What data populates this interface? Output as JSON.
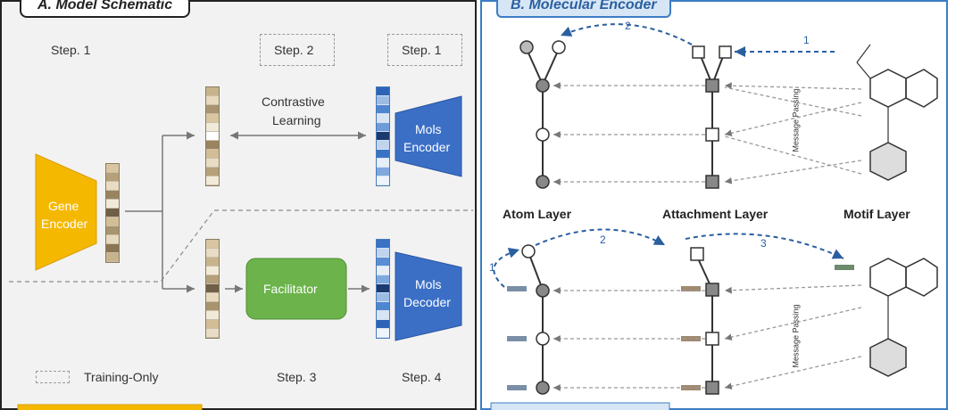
{
  "panel_a": {
    "title": "A. Model Schematic",
    "step1_left": "Step. 1",
    "step2": "Step. 2",
    "step1_right": "Step. 1",
    "contrastive": "Contrastive",
    "learning": "Learning",
    "gene_encoder_1": "Gene",
    "gene_encoder_2": "Encoder",
    "mols_encoder_1": "Mols",
    "mols_encoder_2": "Encoder",
    "facilitator": "Facilitator",
    "mols_decoder_1": "Mols",
    "mols_decoder_2": "Decoder",
    "training_only": "Training-Only",
    "step3": "Step. 3",
    "step4": "Step. 4"
  },
  "panel_b": {
    "title": "B. Molecular Encoder",
    "atom_layer": "Atom Layer",
    "attachment_layer": "Attachment Layer",
    "motif_layer": "Motif Layer",
    "message_passing": "Message Passing",
    "message_passing_2": "Message Passing",
    "top_arrow_1": "1",
    "top_arrow_2": "2",
    "bottom_arrow_1": "1",
    "bottom_arrow_2": "2",
    "bottom_arrow_3": "3"
  },
  "colors": {
    "gene_encoder": "#f5b800",
    "mols_block": "#3b6fc6",
    "facilitator": "#6bb34a",
    "panel_b_border": "#3b7dc4"
  }
}
